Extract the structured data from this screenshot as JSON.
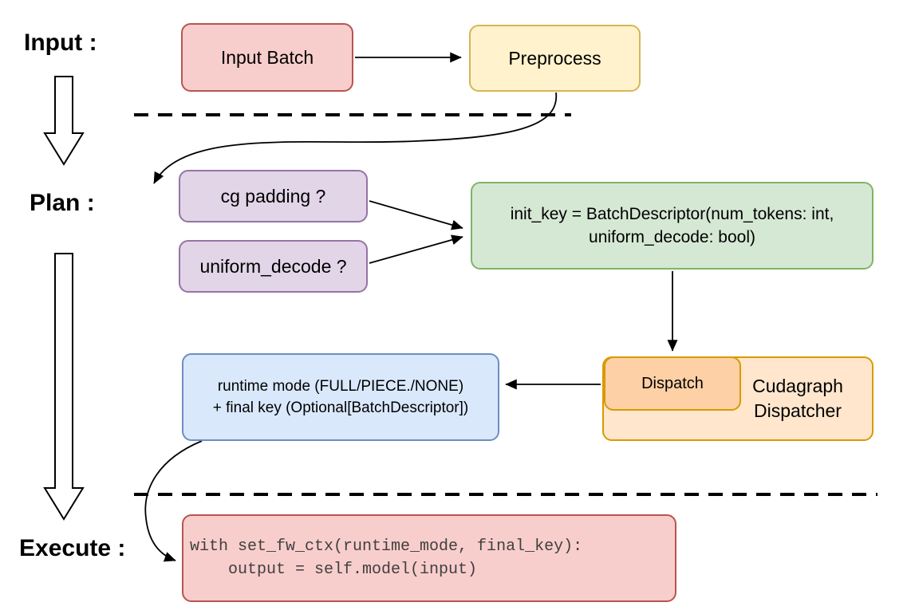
{
  "sections": {
    "input_label": "Input :",
    "plan_label": "Plan :",
    "execute_label": "Execute :"
  },
  "nodes": {
    "input_batch": {
      "label": "Input Batch"
    },
    "preprocess": {
      "label": "Preprocess"
    },
    "cg_padding": {
      "label": "cg padding ?"
    },
    "uniform_decode": {
      "label": "uniform_decode ?"
    },
    "init_key": {
      "line1": "init_key = BatchDescriptor(num_tokens: int,",
      "line2": "uniform_decode: bool)"
    },
    "dispatch": {
      "label": "Dispatch"
    },
    "cudagraph_dispatcher": {
      "label": "Cudagraph Dispatcher"
    },
    "runtime": {
      "line1": "runtime mode (FULL/PIECE./NONE)",
      "line2": "+ final key (Optional[BatchDescriptor])"
    },
    "code": {
      "line1": "with set_fw_ctx(runtime_mode, final_key):",
      "line2": "    output = self.model(input)"
    }
  },
  "colors": {
    "red_fill": "#f8cecc",
    "red_border": "#b85450",
    "yellow_fill": "#fff2cc",
    "yellow_border": "#d6b656",
    "purple_fill": "#e1d5e7",
    "purple_border": "#9673a6",
    "green_fill": "#d5e8d4",
    "green_border": "#82b366",
    "orange_fill": "#ffe6cc",
    "orange_fill_dark": "#fed0a5",
    "orange_border": "#d79b00",
    "blue_fill": "#dae8fc",
    "blue_border": "#6c8ebf",
    "arrow": "#000000"
  }
}
